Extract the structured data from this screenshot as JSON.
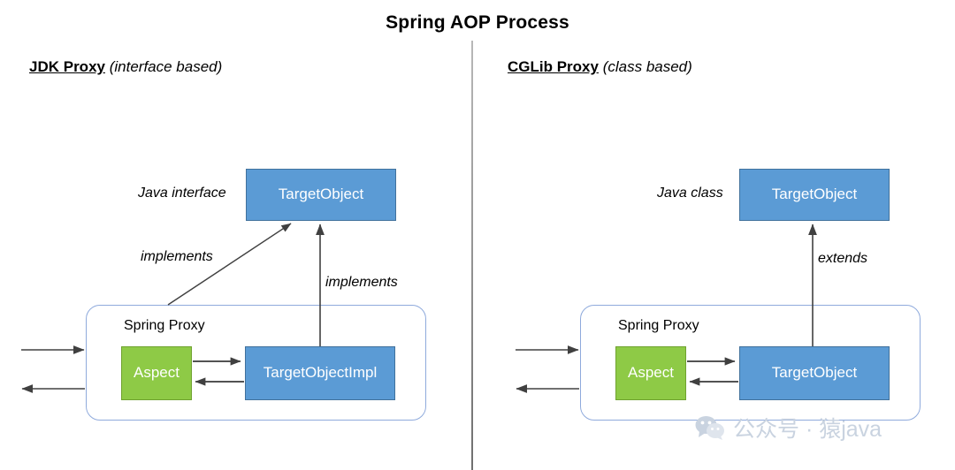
{
  "diagram": {
    "title": "Spring AOP Process",
    "watermark": {
      "icon": "wechat-bubble-icon",
      "text": "公众号 · 猿java"
    },
    "colors": {
      "blue_fill": "#5B9BD5",
      "blue_stroke": "#41719C",
      "green_fill": "#8ECA46",
      "green_stroke": "#6FA22F",
      "proxy_border": "#8FAADC",
      "connector": "#404040",
      "divider": "#6F6F6F",
      "watermark": "#C9D3E0"
    },
    "panels": [
      {
        "id": "jdk",
        "heading_name": "JDK Proxy",
        "heading_kind": "(interface based)",
        "top_node_label": "Java interface",
        "top_node_box": "TargetObject",
        "proxy_label": "Spring Proxy",
        "aspect_box": "Aspect",
        "target_box": "TargetObjectImpl",
        "relations": [
          "implements",
          "implements"
        ]
      },
      {
        "id": "cglib",
        "heading_name": "CGLib Proxy",
        "heading_kind": "(class based)",
        "top_node_label": "Java class",
        "top_node_box": "TargetObject",
        "proxy_label": "Spring Proxy",
        "aspect_box": "Aspect",
        "target_box": "TargetObject",
        "relations": [
          "extends"
        ]
      }
    ]
  }
}
